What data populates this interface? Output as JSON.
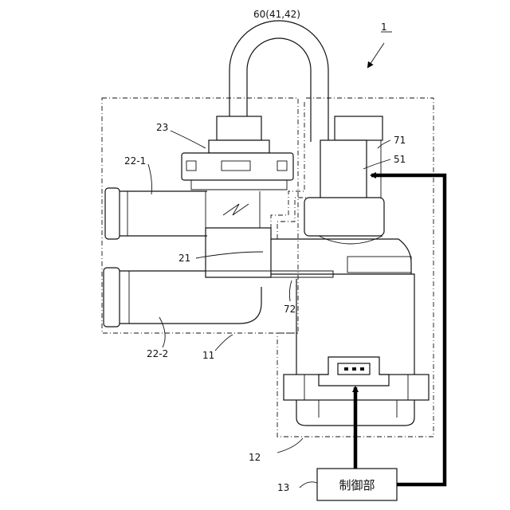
{
  "labels": {
    "device": "1",
    "pipe": "60(41,42)",
    "valve_cap": "23",
    "pipe_top": "22-1",
    "pipe_bottom": "22-2",
    "body": "21",
    "unit_left": "11",
    "unit_right": "12",
    "motor_top": "71",
    "motor_connector": "51",
    "partition": "72",
    "controller_ref": "13",
    "controller_name": "制御部"
  }
}
